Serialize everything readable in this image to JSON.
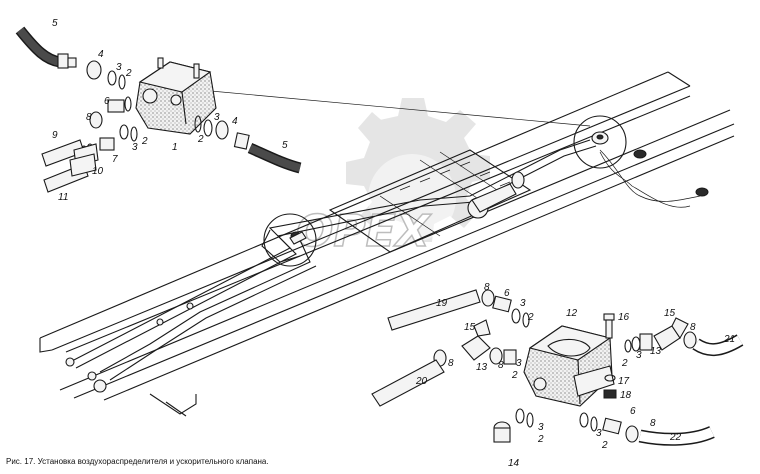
{
  "caption": "Рис. 17. Установка воздухораспределителя и ускорительного клапана.",
  "watermark": "OPEX",
  "callouts": {
    "c5a": "5",
    "c4a": "4",
    "c3a": "3",
    "c2a": "2",
    "c6": "6",
    "c8a": "8",
    "c9": "9",
    "c3b": "3",
    "c2b": "2",
    "c7": "7",
    "c10": "10",
    "c11": "11",
    "c1": "1",
    "c2c": "2",
    "c3c": "3",
    "c4b": "4",
    "c5b": "5",
    "c19": "19",
    "c8b": "8",
    "c6b": "6",
    "c3d": "3",
    "c2d": "2",
    "c12": "12",
    "c16": "16",
    "c15a": "15",
    "c8c": "8",
    "c21": "21",
    "c15b": "15",
    "c8d": "8",
    "c13a": "13",
    "c20": "20",
    "c3e": "3",
    "c2e": "2",
    "c13b": "13",
    "c17": "17",
    "c18": "18",
    "c3f": "3",
    "c2f": "2",
    "c6c": "6",
    "c8e": "8",
    "c22": "22",
    "c14": "14",
    "c3g": "3",
    "c2g": "2"
  }
}
